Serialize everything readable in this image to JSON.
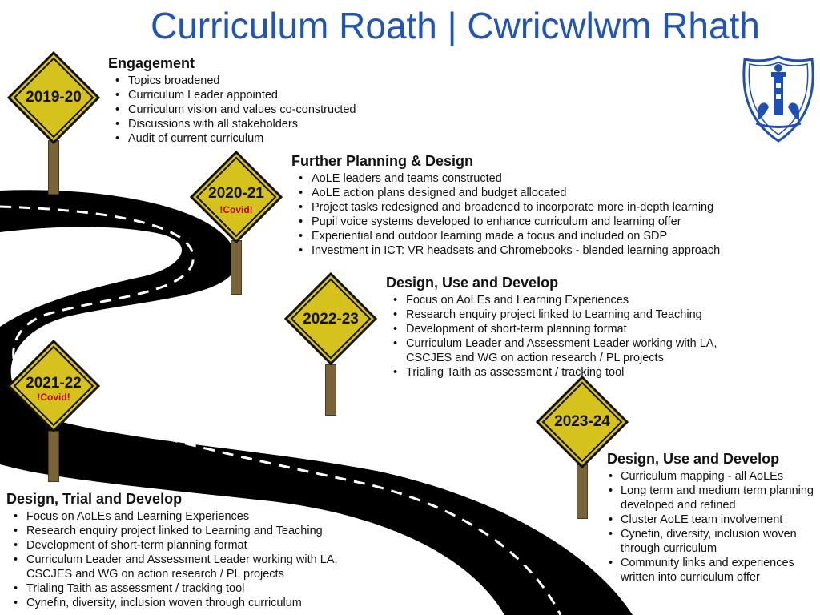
{
  "title": "Curriculum Roath | Cwricwlwm Rhath",
  "colors": {
    "title": "#1f55b8",
    "sign_fill": "#d6c21d",
    "sign_border": "#111111",
    "covid": "#c00000",
    "road": "#000000",
    "crest": "#1f4fb5"
  },
  "signs": [
    {
      "year": "2019-20",
      "note": ""
    },
    {
      "year": "2020-21",
      "note": "!Covid!"
    },
    {
      "year": "2022-23",
      "note": ""
    },
    {
      "year": "2021-22",
      "note": "!Covid!"
    },
    {
      "year": "2023-24",
      "note": ""
    }
  ],
  "stages": [
    {
      "heading": "Engagement",
      "items": [
        "Topics broadened",
        "Curriculum Leader appointed",
        "Curriculum vision and values co-constructed",
        "Discussions with all stakeholders",
        "Audit of current curriculum"
      ]
    },
    {
      "heading": "Further Planning & Design",
      "items": [
        "AoLE leaders and teams constructed",
        "AoLE action plans designed and budget allocated",
        "Project tasks redesigned and broadened to incorporate more in-depth learning",
        "Pupil voice systems developed to enhance curriculum and learning offer",
        "Experiential and outdoor learning made a focus and included on SDP",
        "Investment in ICT: VR headsets and Chromebooks - blended learning approach"
      ]
    },
    {
      "heading": "Design, Use and Develop",
      "items": [
        "Focus on AoLEs and Learning Experiences",
        "Research enquiry project linked to Learning and Teaching",
        "Development of short-term planning format",
        "Curriculum Leader and Assessment Leader working with LA, CSCJES and WG on action research / PL projects",
        "Trialing Taith as assessment / tracking tool"
      ]
    },
    {
      "heading": "Design, Trial and Develop",
      "items": [
        "Focus on AoLEs and Learning Experiences",
        "Research enquiry project linked to Learning and Teaching",
        "Development of short-term planning format",
        "Curriculum Leader and Assessment Leader working with LA, CSCJES and WG on action research / PL projects",
        "Trialing Taith as assessment / tracking tool",
        "Cynefin, diversity, inclusion woven through curriculum"
      ]
    },
    {
      "heading": "Design, Use and Develop",
      "items": [
        "Curriculum mapping - all AoLEs",
        "Long term and medium term planning developed and refined",
        "Cluster AoLE team involvement",
        "Cynefin, diversity, inclusion woven through curriculum",
        "Community links and experiences written into curriculum offer"
      ]
    }
  ]
}
